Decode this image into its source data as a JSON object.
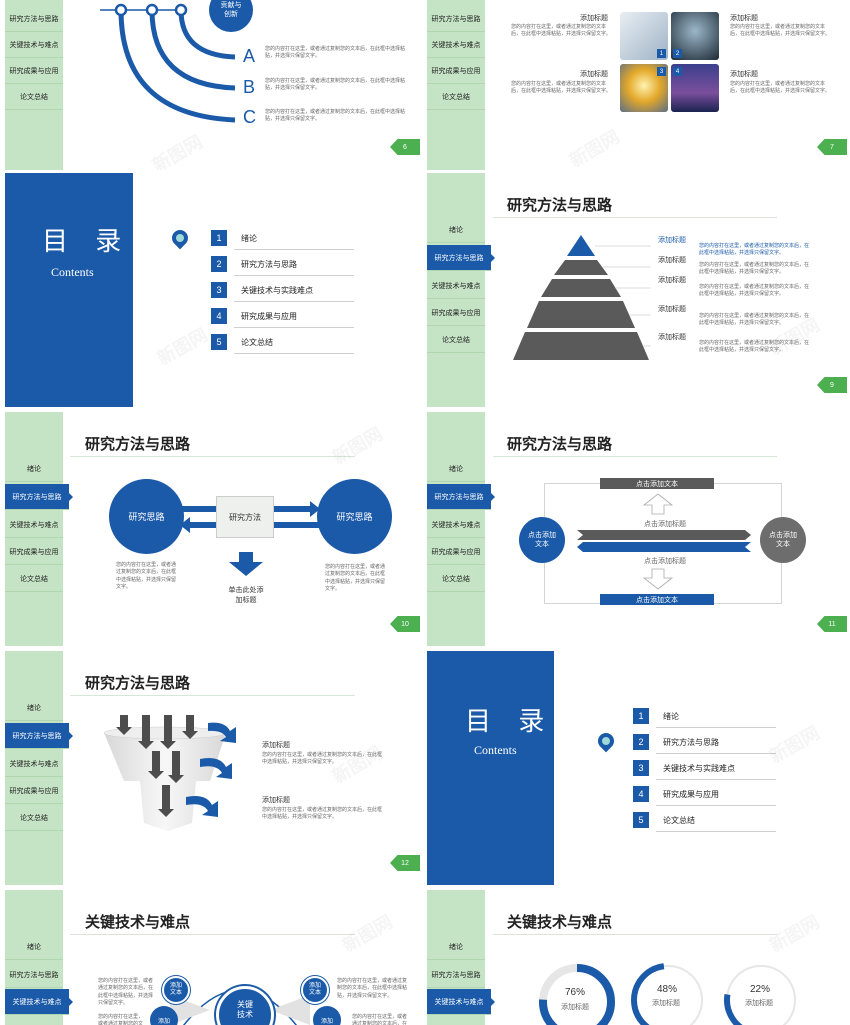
{
  "sidebar_items": [
    "绪论",
    "研究方法与思路",
    "关键技术与难点",
    "研究成果与应用",
    "论文总结"
  ],
  "placeholder_short": "您的内容打在这里，或者通过复制您的文本后，在此框中选择粘贴，并选择只保留文字。",
  "placeholder_col": "您的内容打在这里，或者通过复制您的文本后，在此框中选择粘贴，并选择只保留文字。",
  "slide6": {
    "badge": "贡献与创新",
    "letters": [
      "A",
      "B",
      "C"
    ],
    "page": "6"
  },
  "slide7": {
    "headings": [
      "添加标题",
      "添加标题",
      "添加标题",
      "添加标题"
    ],
    "photo_nums": [
      "1",
      "2",
      "3",
      "4"
    ],
    "page": "7"
  },
  "toc": {
    "title": "目 录",
    "subtitle": "Contents",
    "items": [
      "绪论",
      "研究方法与思路",
      "关键技术与实践难点",
      "研究成果与应用",
      "论文总结"
    ],
    "nums": [
      "1",
      "2",
      "3",
      "4",
      "5"
    ]
  },
  "slide9": {
    "title": "研究方法与思路",
    "labels": [
      "添加标题",
      "添加标题",
      "添加标题",
      "添加标题",
      "添加标题"
    ],
    "page": "9"
  },
  "slide10": {
    "title": "研究方法与思路",
    "left_circle": "研究思路",
    "center_box": "研究方法",
    "right_circle": "研究思路",
    "bottom_label": "单击此处添加标题",
    "page": "10"
  },
  "slide11": {
    "title": "研究方法与思路",
    "top_bar": "点击添加文本",
    "bottom_bar": "点击添加文本",
    "up_label": "点击添加标题",
    "down_label": "点击添加标题",
    "left_circle": "点击添加文本",
    "right_circle": "点击添加文本",
    "page": "11"
  },
  "slide12": {
    "title": "研究方法与思路",
    "headings": [
      "添加标题",
      "添加标题"
    ],
    "page": "12"
  },
  "slide14": {
    "title": "关键技术与难点",
    "bubbles": [
      "添加文本",
      "添加文本",
      "添加",
      "添加"
    ],
    "center": "关键技术"
  },
  "slide15": {
    "title": "关键技术与难点",
    "rings": [
      {
        "pct": "76%",
        "label": "添加标题"
      },
      {
        "pct": "48%",
        "label": "添加标题"
      },
      {
        "pct": "22%",
        "label": "添加标题"
      }
    ]
  },
  "watermark": "新图网",
  "colors": {
    "primary": "#1a5aa8",
    "sidebar": "#c5e3c5",
    "accent": "#4caf50",
    "grey": "#5a5a5a"
  }
}
